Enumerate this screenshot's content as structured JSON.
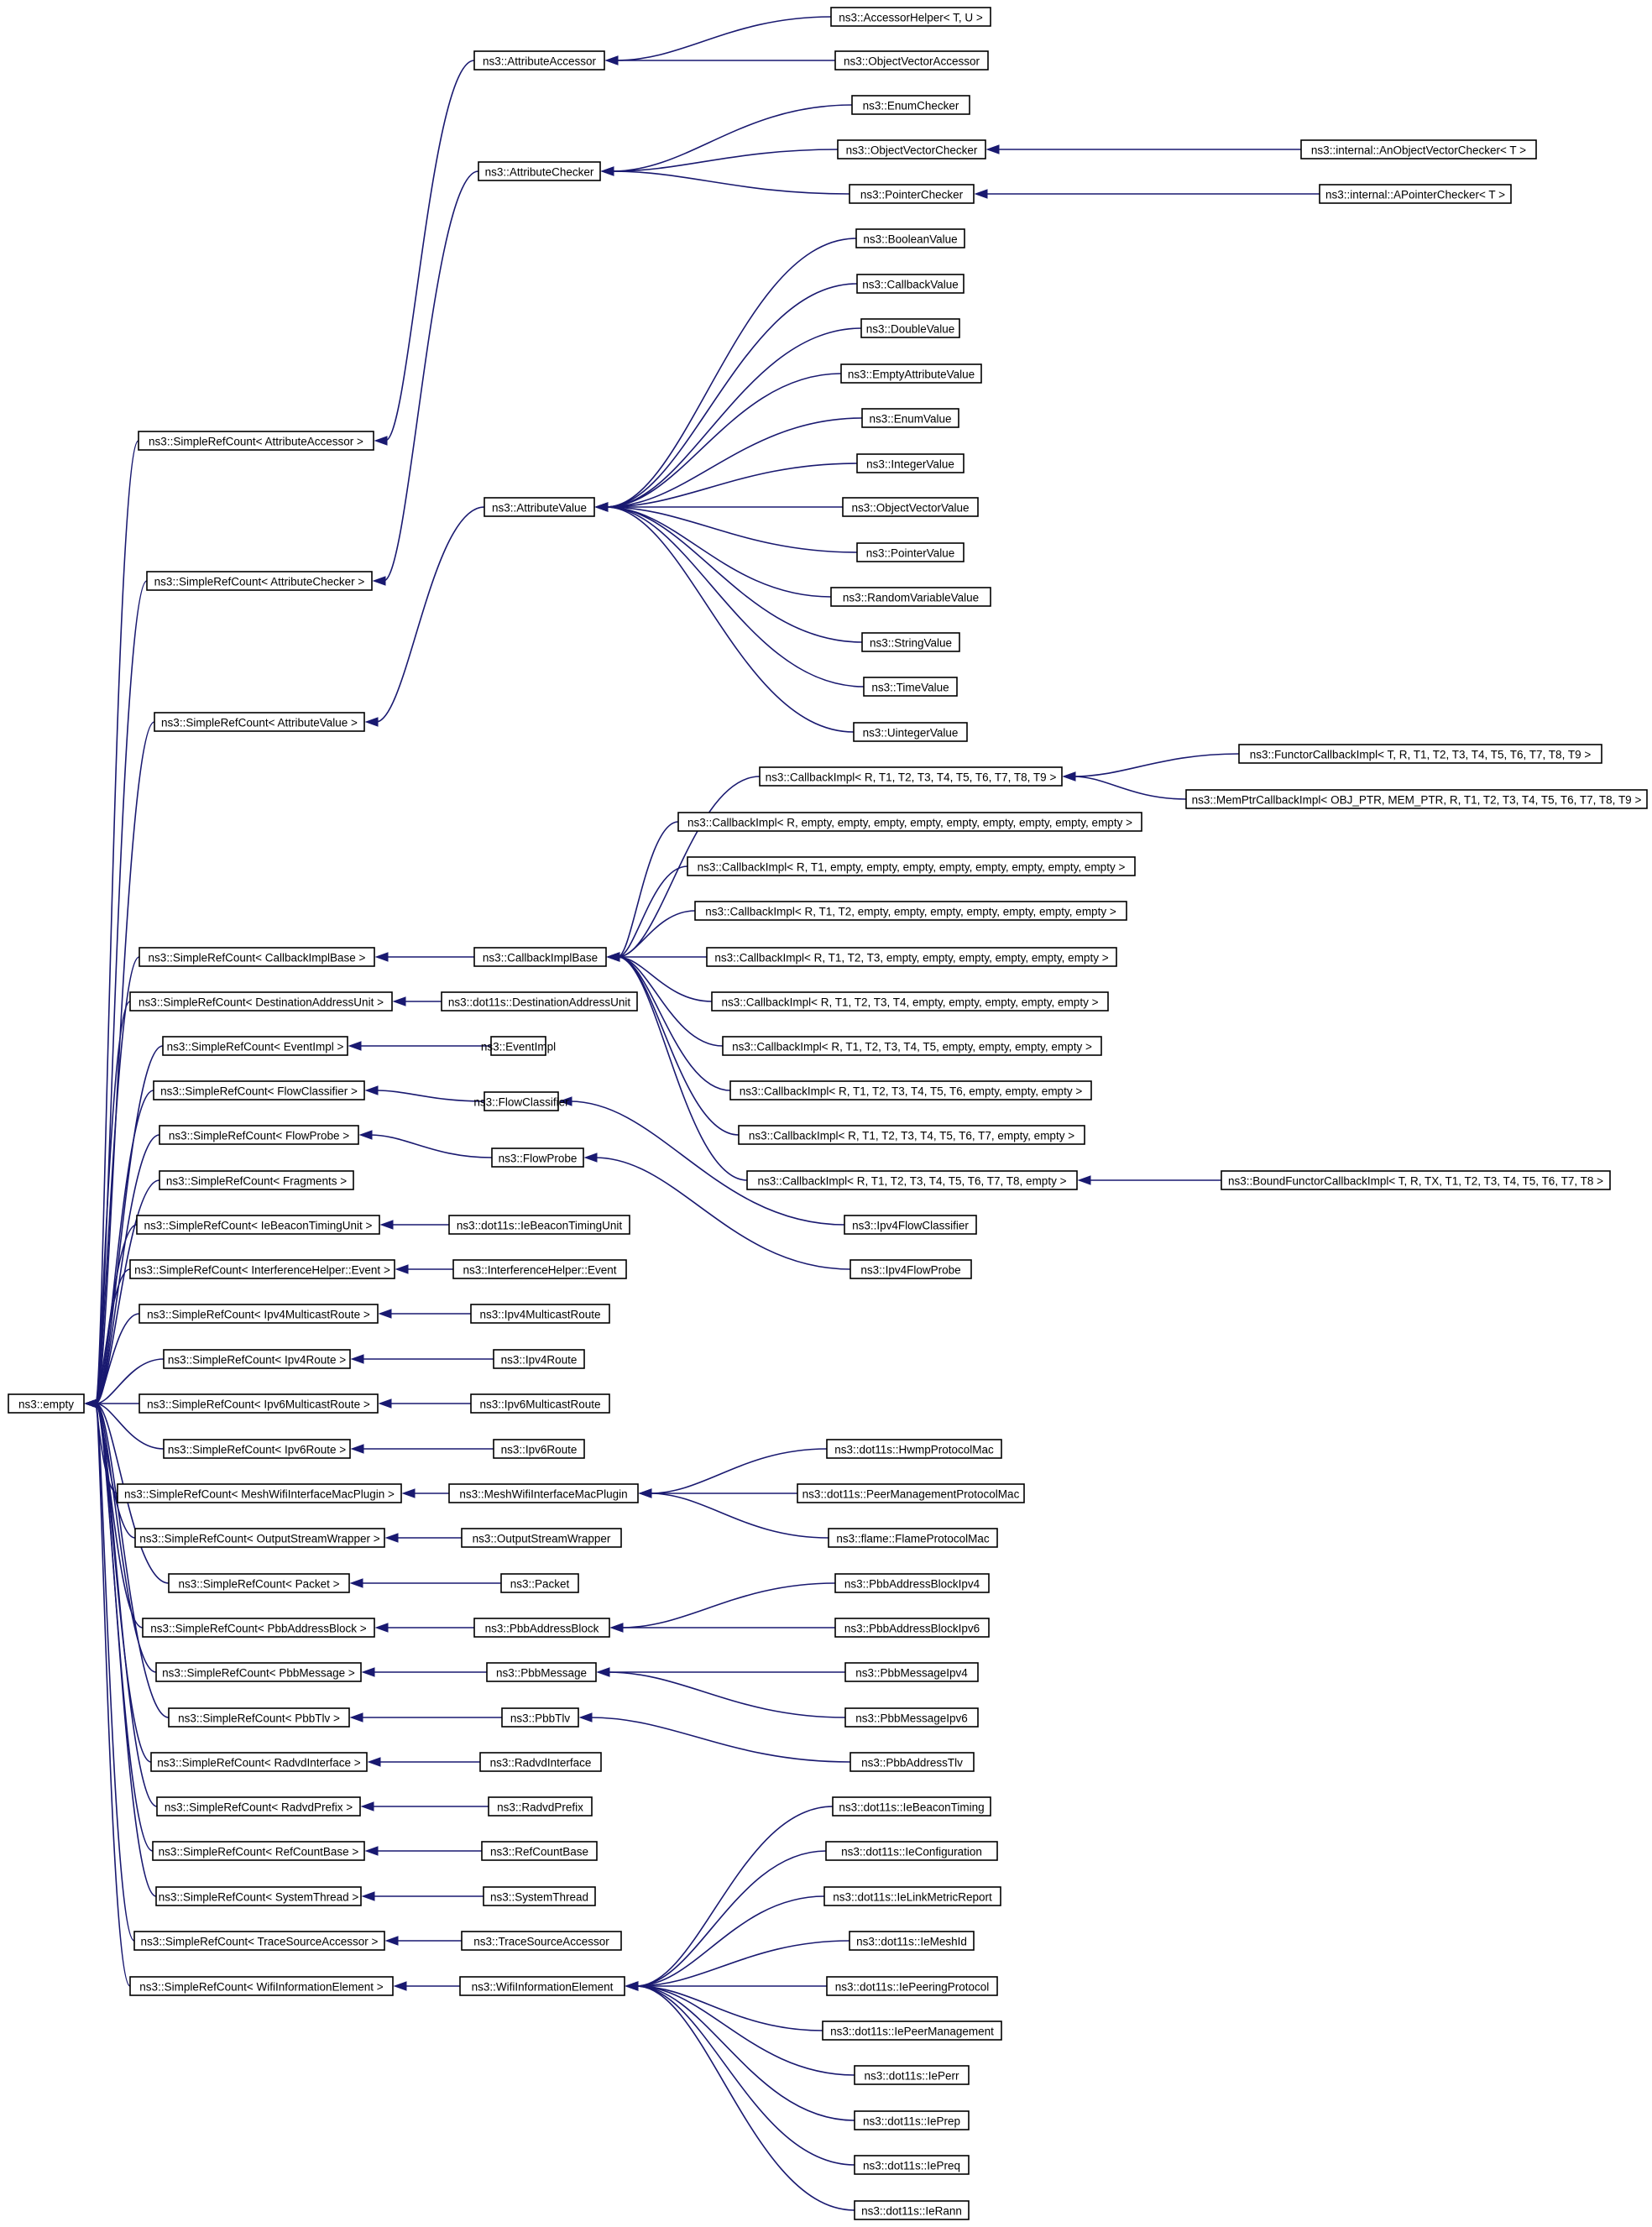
{
  "diagram_type": "class inheritance graph",
  "colors": {
    "edge": "#191970",
    "node_border": "#000000",
    "node_fill": "#ffffff"
  },
  "nodes": [
    {
      "id": "empty",
      "label": "ns3::empty"
    },
    {
      "id": "src_attr_acc",
      "label": "ns3::SimpleRefCount< AttributeAccessor >"
    },
    {
      "id": "src_attr_chk",
      "label": "ns3::SimpleRefCount< AttributeChecker >"
    },
    {
      "id": "src_attr_val",
      "label": "ns3::SimpleRefCount< AttributeValue >"
    },
    {
      "id": "src_cb",
      "label": "ns3::SimpleRefCount< CallbackImplBase >"
    },
    {
      "id": "src_dau",
      "label": "ns3::SimpleRefCount< DestinationAddressUnit >"
    },
    {
      "id": "src_ev",
      "label": "ns3::SimpleRefCount< EventImpl >"
    },
    {
      "id": "src_fc",
      "label": "ns3::SimpleRefCount< FlowClassifier >"
    },
    {
      "id": "src_fp",
      "label": "ns3::SimpleRefCount< FlowProbe >"
    },
    {
      "id": "src_frag",
      "label": "ns3::SimpleRefCount< Fragments >"
    },
    {
      "id": "src_iebt",
      "label": "ns3::SimpleRefCount< IeBeaconTimingUnit >"
    },
    {
      "id": "src_ihe",
      "label": "ns3::SimpleRefCount< InterferenceHelper::Event >"
    },
    {
      "id": "src_v4mr",
      "label": "ns3::SimpleRefCount< Ipv4MulticastRoute >"
    },
    {
      "id": "src_v4r",
      "label": "ns3::SimpleRefCount< Ipv4Route >"
    },
    {
      "id": "src_v6mr",
      "label": "ns3::SimpleRefCount< Ipv6MulticastRoute >"
    },
    {
      "id": "src_v6r",
      "label": "ns3::SimpleRefCount< Ipv6Route >"
    },
    {
      "id": "src_mwi",
      "label": "ns3::SimpleRefCount< MeshWifiInterfaceMacPlugin >"
    },
    {
      "id": "src_osw",
      "label": "ns3::SimpleRefCount< OutputStreamWrapper >"
    },
    {
      "id": "src_pkt",
      "label": "ns3::SimpleRefCount< Packet >"
    },
    {
      "id": "src_pab",
      "label": "ns3::SimpleRefCount< PbbAddressBlock >"
    },
    {
      "id": "src_pm",
      "label": "ns3::SimpleRefCount< PbbMessage >"
    },
    {
      "id": "src_ptlv",
      "label": "ns3::SimpleRefCount< PbbTlv >"
    },
    {
      "id": "src_ri",
      "label": "ns3::SimpleRefCount< RadvdInterface >"
    },
    {
      "id": "src_rp",
      "label": "ns3::SimpleRefCount< RadvdPrefix >"
    },
    {
      "id": "src_rcb",
      "label": "ns3::SimpleRefCount< RefCountBase >"
    },
    {
      "id": "src_st",
      "label": "ns3::SimpleRefCount< SystemThread >"
    },
    {
      "id": "src_tsa",
      "label": "ns3::SimpleRefCount< TraceSourceAccessor >"
    },
    {
      "id": "src_wie",
      "label": "ns3::SimpleRefCount< WifiInformationElement >"
    },
    {
      "id": "attr_acc",
      "label": "ns3::AttributeAccessor"
    },
    {
      "id": "attr_chk",
      "label": "ns3::AttributeChecker"
    },
    {
      "id": "attr_val",
      "label": "ns3::AttributeValue"
    },
    {
      "id": "cb_base",
      "label": "ns3::CallbackImplBase"
    },
    {
      "id": "dau",
      "label": "ns3::dot11s::DestinationAddressUnit"
    },
    {
      "id": "ev",
      "label": "ns3::EventImpl"
    },
    {
      "id": "fc",
      "label": "ns3::FlowClassifier"
    },
    {
      "id": "fp",
      "label": "ns3::FlowProbe"
    },
    {
      "id": "iebt",
      "label": "ns3::dot11s::IeBeaconTimingUnit"
    },
    {
      "id": "ihe",
      "label": "ns3::InterferenceHelper::Event"
    },
    {
      "id": "v4mr",
      "label": "ns3::Ipv4MulticastRoute"
    },
    {
      "id": "v4r",
      "label": "ns3::Ipv4Route"
    },
    {
      "id": "v6mr",
      "label": "ns3::Ipv6MulticastRoute"
    },
    {
      "id": "v6r",
      "label": "ns3::Ipv6Route"
    },
    {
      "id": "mwi",
      "label": "ns3::MeshWifiInterfaceMacPlugin"
    },
    {
      "id": "osw",
      "label": "ns3::OutputStreamWrapper"
    },
    {
      "id": "pkt",
      "label": "ns3::Packet"
    },
    {
      "id": "pab",
      "label": "ns3::PbbAddressBlock"
    },
    {
      "id": "pm",
      "label": "ns3::PbbMessage"
    },
    {
      "id": "ptlv",
      "label": "ns3::PbbTlv"
    },
    {
      "id": "ri",
      "label": "ns3::RadvdInterface"
    },
    {
      "id": "rp",
      "label": "ns3::RadvdPrefix"
    },
    {
      "id": "rcb",
      "label": "ns3::RefCountBase"
    },
    {
      "id": "st",
      "label": "ns3::SystemThread"
    },
    {
      "id": "tsa",
      "label": "ns3::TraceSourceAccessor"
    },
    {
      "id": "wie",
      "label": "ns3::WifiInformationElement"
    },
    {
      "id": "acc_helper",
      "label": "ns3::AccessorHelper< T, U >"
    },
    {
      "id": "ovacc",
      "label": "ns3::ObjectVectorAccessor"
    },
    {
      "id": "enum_chk",
      "label": "ns3::EnumChecker"
    },
    {
      "id": "ov_chk",
      "label": "ns3::ObjectVectorChecker"
    },
    {
      "id": "ptr_chk",
      "label": "ns3::PointerChecker"
    },
    {
      "id": "an_ov_chk",
      "label": "ns3::internal::AnObjectVectorChecker< T >"
    },
    {
      "id": "a_ptr_chk",
      "label": "ns3::internal::APointerChecker< T >"
    },
    {
      "id": "bool_val",
      "label": "ns3::BooleanValue"
    },
    {
      "id": "cb_val",
      "label": "ns3::CallbackValue"
    },
    {
      "id": "dbl_val",
      "label": "ns3::DoubleValue"
    },
    {
      "id": "empty_val",
      "label": "ns3::EmptyAttributeValue"
    },
    {
      "id": "enum_val",
      "label": "ns3::EnumValue"
    },
    {
      "id": "int_val",
      "label": "ns3::IntegerValue"
    },
    {
      "id": "ov_val",
      "label": "ns3::ObjectVectorValue"
    },
    {
      "id": "ptr_val",
      "label": "ns3::PointerValue"
    },
    {
      "id": "rv_val",
      "label": "ns3::RandomVariableValue"
    },
    {
      "id": "str_val",
      "label": "ns3::StringValue"
    },
    {
      "id": "time_val",
      "label": "ns3::TimeValue"
    },
    {
      "id": "uint_val",
      "label": "ns3::UintegerValue"
    },
    {
      "id": "cb9",
      "label": "ns3::CallbackImpl< R, T1, T2, T3, T4, T5, T6, T7, T8, T9 >"
    },
    {
      "id": "cb0",
      "label": "ns3::CallbackImpl< R, empty, empty, empty, empty, empty, empty, empty, empty, empty >"
    },
    {
      "id": "cb1",
      "label": "ns3::CallbackImpl< R, T1, empty, empty, empty, empty, empty, empty, empty, empty >"
    },
    {
      "id": "cb2",
      "label": "ns3::CallbackImpl< R, T1, T2, empty, empty, empty, empty, empty, empty, empty >"
    },
    {
      "id": "cb3",
      "label": "ns3::CallbackImpl< R, T1, T2, T3, empty, empty, empty, empty, empty, empty >"
    },
    {
      "id": "cb4",
      "label": "ns3::CallbackImpl< R, T1, T2, T3, T4, empty, empty, empty, empty, empty >"
    },
    {
      "id": "cb5",
      "label": "ns3::CallbackImpl< R, T1, T2, T3, T4, T5, empty, empty, empty, empty >"
    },
    {
      "id": "cb6",
      "label": "ns3::CallbackImpl< R, T1, T2, T3, T4, T5, T6, empty, empty, empty >"
    },
    {
      "id": "cb7",
      "label": "ns3::CallbackImpl< R, T1, T2, T3, T4, T5, T6, T7, empty, empty >"
    },
    {
      "id": "cb8",
      "label": "ns3::CallbackImpl< R, T1, T2, T3, T4, T5, T6, T7, T8, empty >"
    },
    {
      "id": "fcb",
      "label": "ns3::FunctorCallbackImpl< T, R, T1, T2, T3, T4, T5, T6, T7, T8, T9 >"
    },
    {
      "id": "mpcb",
      "label": "ns3::MemPtrCallbackImpl< OBJ_PTR, MEM_PTR, R, T1, T2, T3, T4, T5, T6, T7, T8, T9 >"
    },
    {
      "id": "bfcb",
      "label": "ns3::BoundFunctorCallbackImpl< T, R, TX, T1, T2, T3, T4, T5, T6, T7, T8 >"
    },
    {
      "id": "ipv4fc",
      "label": "ns3::Ipv4FlowClassifier"
    },
    {
      "id": "ipv4fp",
      "label": "ns3::Ipv4FlowProbe"
    },
    {
      "id": "hwmp",
      "label": "ns3::dot11s::HwmpProtocolMac"
    },
    {
      "id": "peer_mgmt",
      "label": "ns3::dot11s::PeerManagementProtocolMac"
    },
    {
      "id": "flame",
      "label": "ns3::flame::FlameProtocolMac"
    },
    {
      "id": "pab4",
      "label": "ns3::PbbAddressBlockIpv4"
    },
    {
      "id": "pab6",
      "label": "ns3::PbbAddressBlockIpv6"
    },
    {
      "id": "pm4",
      "label": "ns3::PbbMessageIpv4"
    },
    {
      "id": "pm6",
      "label": "ns3::PbbMessageIpv6"
    },
    {
      "id": "patlv",
      "label": "ns3::PbbAddressTlv"
    },
    {
      "id": "ie_bt",
      "label": "ns3::dot11s::IeBeaconTiming"
    },
    {
      "id": "ie_cfg",
      "label": "ns3::dot11s::IeConfiguration"
    },
    {
      "id": "ie_lmr",
      "label": "ns3::dot11s::IeLinkMetricReport"
    },
    {
      "id": "ie_mid",
      "label": "ns3::dot11s::IeMeshId"
    },
    {
      "id": "ie_pp",
      "label": "ns3::dot11s::IePeeringProtocol"
    },
    {
      "id": "ie_pm",
      "label": "ns3::dot11s::IePeerManagement"
    },
    {
      "id": "ie_perr",
      "label": "ns3::dot11s::IePerr"
    },
    {
      "id": "ie_prep",
      "label": "ns3::dot11s::IePrep"
    },
    {
      "id": "ie_preq",
      "label": "ns3::dot11s::IePreq"
    },
    {
      "id": "ie_rann",
      "label": "ns3::dot11s::IeRann"
    }
  ],
  "edges": [
    [
      "src_attr_acc",
      "empty"
    ],
    [
      "src_attr_chk",
      "empty"
    ],
    [
      "src_attr_val",
      "empty"
    ],
    [
      "src_cb",
      "empty"
    ],
    [
      "src_dau",
      "empty"
    ],
    [
      "src_ev",
      "empty"
    ],
    [
      "src_fc",
      "empty"
    ],
    [
      "src_fp",
      "empty"
    ],
    [
      "src_frag",
      "empty"
    ],
    [
      "src_iebt",
      "empty"
    ],
    [
      "src_ihe",
      "empty"
    ],
    [
      "src_v4mr",
      "empty"
    ],
    [
      "src_v4r",
      "empty"
    ],
    [
      "src_v6mr",
      "empty"
    ],
    [
      "src_v6r",
      "empty"
    ],
    [
      "src_mwi",
      "empty"
    ],
    [
      "src_osw",
      "empty"
    ],
    [
      "src_pkt",
      "empty"
    ],
    [
      "src_pab",
      "empty"
    ],
    [
      "src_pm",
      "empty"
    ],
    [
      "src_ptlv",
      "empty"
    ],
    [
      "src_ri",
      "empty"
    ],
    [
      "src_rp",
      "empty"
    ],
    [
      "src_rcb",
      "empty"
    ],
    [
      "src_st",
      "empty"
    ],
    [
      "src_tsa",
      "empty"
    ],
    [
      "src_wie",
      "empty"
    ],
    [
      "attr_acc",
      "src_attr_acc"
    ],
    [
      "attr_chk",
      "src_attr_chk"
    ],
    [
      "attr_val",
      "src_attr_val"
    ],
    [
      "cb_base",
      "src_cb"
    ],
    [
      "dau",
      "src_dau"
    ],
    [
      "ev",
      "src_ev"
    ],
    [
      "fc",
      "src_fc"
    ],
    [
      "fp",
      "src_fp"
    ],
    [
      "iebt",
      "src_iebt"
    ],
    [
      "ihe",
      "src_ihe"
    ],
    [
      "v4mr",
      "src_v4mr"
    ],
    [
      "v4r",
      "src_v4r"
    ],
    [
      "v6mr",
      "src_v6mr"
    ],
    [
      "v6r",
      "src_v6r"
    ],
    [
      "mwi",
      "src_mwi"
    ],
    [
      "osw",
      "src_osw"
    ],
    [
      "pkt",
      "src_pkt"
    ],
    [
      "pab",
      "src_pab"
    ],
    [
      "pm",
      "src_pm"
    ],
    [
      "ptlv",
      "src_ptlv"
    ],
    [
      "ri",
      "src_ri"
    ],
    [
      "rp",
      "src_rp"
    ],
    [
      "rcb",
      "src_rcb"
    ],
    [
      "st",
      "src_st"
    ],
    [
      "tsa",
      "src_tsa"
    ],
    [
      "wie",
      "src_wie"
    ],
    [
      "acc_helper",
      "attr_acc"
    ],
    [
      "ovacc",
      "attr_acc"
    ],
    [
      "enum_chk",
      "attr_chk"
    ],
    [
      "ov_chk",
      "attr_chk"
    ],
    [
      "ptr_chk",
      "attr_chk"
    ],
    [
      "an_ov_chk",
      "ov_chk"
    ],
    [
      "a_ptr_chk",
      "ptr_chk"
    ],
    [
      "bool_val",
      "attr_val"
    ],
    [
      "cb_val",
      "attr_val"
    ],
    [
      "dbl_val",
      "attr_val"
    ],
    [
      "empty_val",
      "attr_val"
    ],
    [
      "enum_val",
      "attr_val"
    ],
    [
      "int_val",
      "attr_val"
    ],
    [
      "ov_val",
      "attr_val"
    ],
    [
      "ptr_val",
      "attr_val"
    ],
    [
      "rv_val",
      "attr_val"
    ],
    [
      "str_val",
      "attr_val"
    ],
    [
      "time_val",
      "attr_val"
    ],
    [
      "uint_val",
      "attr_val"
    ],
    [
      "cb9",
      "cb_base"
    ],
    [
      "cb0",
      "cb_base"
    ],
    [
      "cb1",
      "cb_base"
    ],
    [
      "cb2",
      "cb_base"
    ],
    [
      "cb3",
      "cb_base"
    ],
    [
      "cb4",
      "cb_base"
    ],
    [
      "cb5",
      "cb_base"
    ],
    [
      "cb6",
      "cb_base"
    ],
    [
      "cb7",
      "cb_base"
    ],
    [
      "cb8",
      "cb_base"
    ],
    [
      "fcb",
      "cb9"
    ],
    [
      "mpcb",
      "cb9"
    ],
    [
      "bfcb",
      "cb8"
    ],
    [
      "ipv4fc",
      "fc"
    ],
    [
      "ipv4fp",
      "fp"
    ],
    [
      "hwmp",
      "mwi"
    ],
    [
      "peer_mgmt",
      "mwi"
    ],
    [
      "flame",
      "mwi"
    ],
    [
      "pab4",
      "pab"
    ],
    [
      "pab6",
      "pab"
    ],
    [
      "pm4",
      "pm"
    ],
    [
      "pm6",
      "pm"
    ],
    [
      "patlv",
      "ptlv"
    ],
    [
      "ie_bt",
      "wie"
    ],
    [
      "ie_cfg",
      "wie"
    ],
    [
      "ie_lmr",
      "wie"
    ],
    [
      "ie_mid",
      "wie"
    ],
    [
      "ie_pp",
      "wie"
    ],
    [
      "ie_pm",
      "wie"
    ],
    [
      "ie_perr",
      "wie"
    ],
    [
      "ie_prep",
      "wie"
    ],
    [
      "ie_preq",
      "wie"
    ],
    [
      "ie_rann",
      "wie"
    ]
  ]
}
